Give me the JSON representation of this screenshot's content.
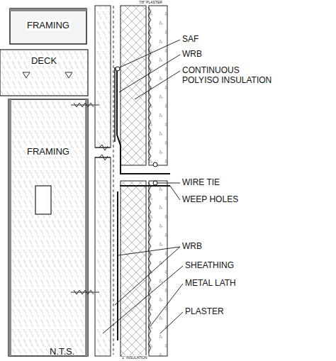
{
  "diagram": {
    "nodes": [
      {
        "text": [
          "FRAMING"
        ]
      },
      {
        "text": [
          "DECK"
        ]
      },
      {
        "text": [
          "FRAMING"
        ]
      }
    ],
    "labels": [
      "7/8\" PLASTER",
      "SAF",
      "WRB",
      "CONTINUOUS POLYISO INSULATION",
      "WIRE TIE",
      "WEEP HOLES",
      "WRB",
      "SHEATHING",
      "METAL LATH",
      "PLASTER",
      "N.T.S.",
      "1\" INSULATION"
    ]
  }
}
